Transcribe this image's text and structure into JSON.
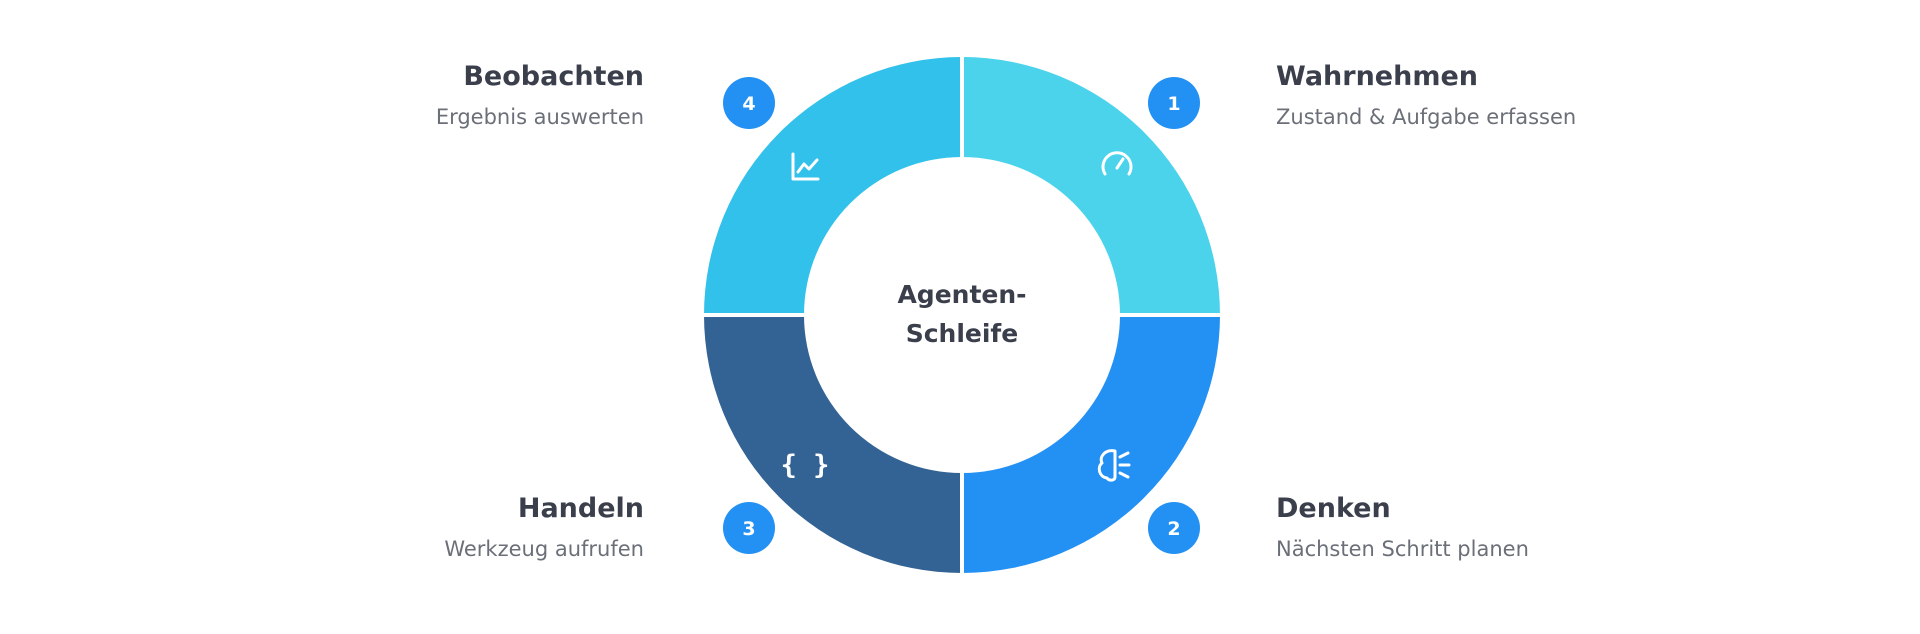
{
  "center": {
    "line1": "Agenten-",
    "line2": "Schleife"
  },
  "colors": {
    "perceive": "#4bd3ec",
    "think": "#2391f3",
    "act": "#336394",
    "observe": "#31c1ea",
    "badge": "#2391f3",
    "title": "#3a3f4b",
    "subtitle": "#6b6f78"
  },
  "steps": [
    {
      "number": "1",
      "title": "Wahrnehmen",
      "subtitle": "Zustand & Aufgabe erfassen",
      "icon": "gauge-icon"
    },
    {
      "number": "2",
      "title": "Denken",
      "subtitle": "Nächsten Schritt planen",
      "icon": "brain-icon"
    },
    {
      "number": "3",
      "title": "Handeln",
      "subtitle": "Werkzeug aufrufen",
      "icon": "code-braces-icon"
    },
    {
      "number": "4",
      "title": "Beobachten",
      "subtitle": "Ergebnis auswerten",
      "icon": "line-chart-icon"
    }
  ]
}
